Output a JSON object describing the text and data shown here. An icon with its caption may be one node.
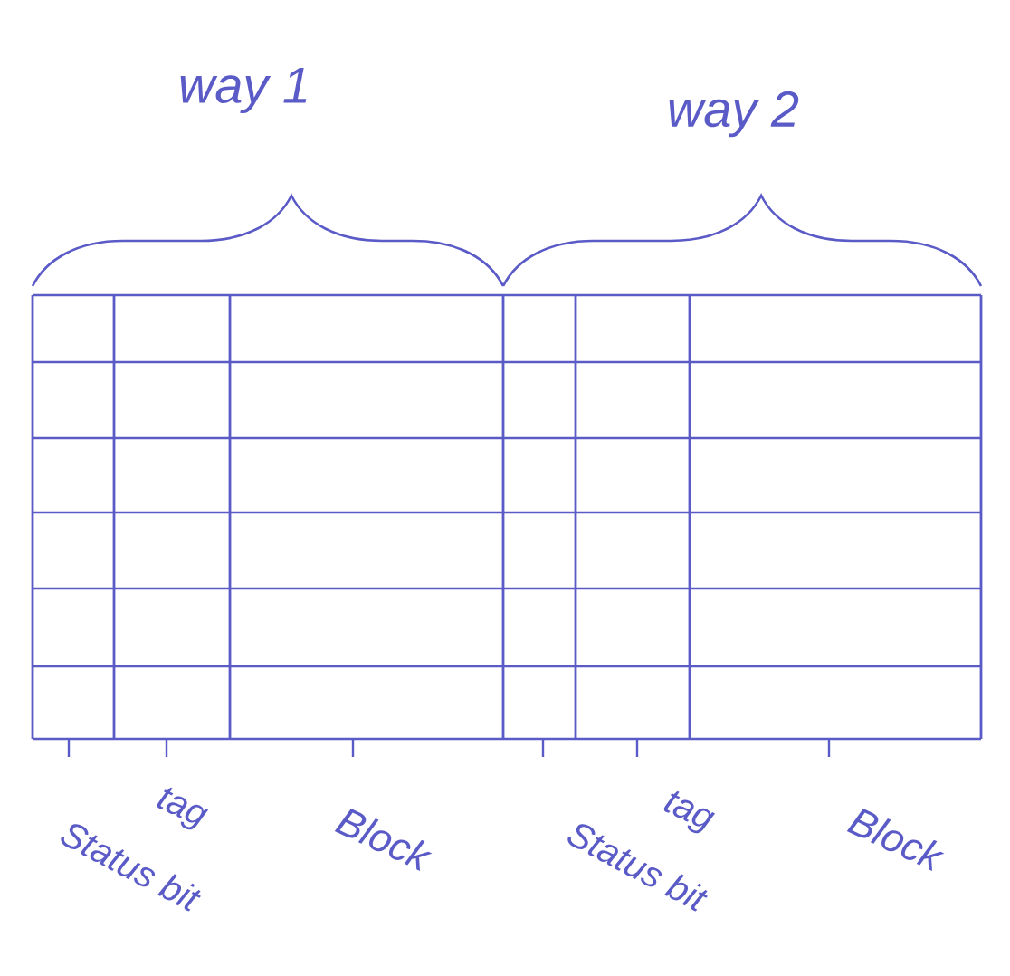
{
  "diagram": {
    "labels": [
      "way 1",
      "way 2",
      "Status bit",
      "tag",
      "Block",
      "Status bit",
      "tag",
      "Block"
    ]
  }
}
